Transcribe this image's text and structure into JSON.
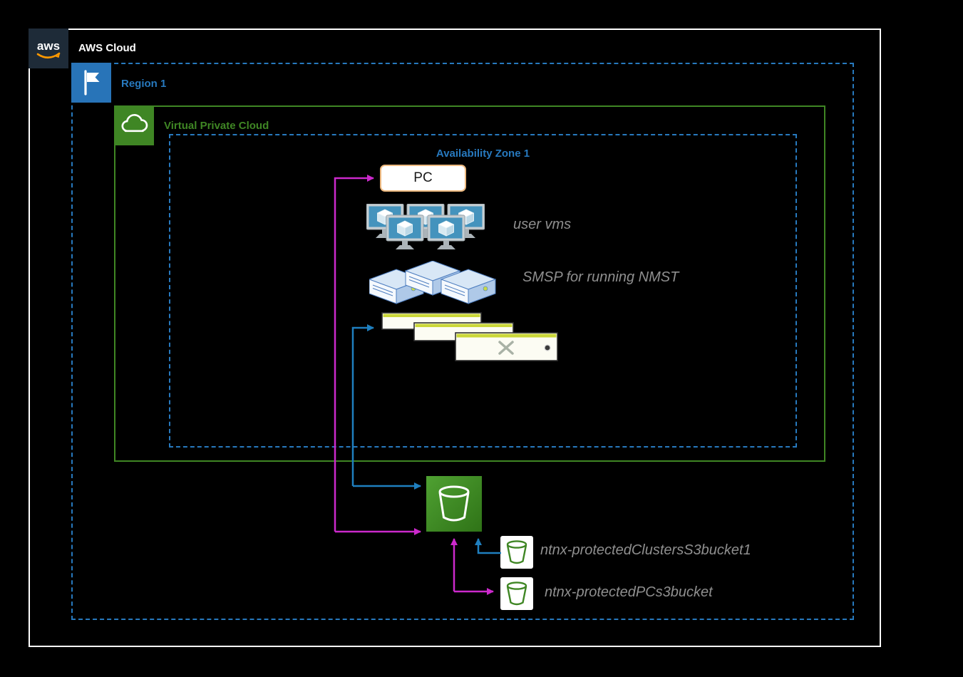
{
  "containers": {
    "aws_cloud": {
      "label": "AWS Cloud",
      "icon": "aws-logo-icon"
    },
    "region": {
      "label": "Region 1",
      "icon": "region-flag-icon"
    },
    "vpc": {
      "label": "Virtual Private Cloud",
      "icon": "vpc-cloud-icon"
    },
    "availability_zone": {
      "label": "Availability Zone 1"
    }
  },
  "nodes": {
    "pc": {
      "label": "PC"
    },
    "user_vms": {
      "label": "user vms",
      "icon": "vm-monitors-icon"
    },
    "smsp": {
      "label": "SMSP for running NMST",
      "icon": "server-stack-icon"
    },
    "app_windows": {
      "icon": "app-windows-icon"
    },
    "s3_bucket": {
      "icon": "s3-bucket-icon"
    },
    "bucket_clusters": {
      "label": "ntnx-protectedClustersS3bucket1",
      "icon": "s3-bucket-outline-icon"
    },
    "bucket_pcs": {
      "label": "ntnx-protectedPCs3bucket",
      "icon": "s3-bucket-outline-icon"
    }
  },
  "connections": [
    {
      "from": "pc",
      "to": "s3_bucket",
      "color": "#CC29CC",
      "bidirectional": true
    },
    {
      "from": "app_windows",
      "to": "s3_bucket",
      "color": "#1F7FBF",
      "bidirectional": true
    },
    {
      "from": "bucket_clusters",
      "to": "s3_bucket",
      "color": "#1F7FBF",
      "bidirectional": false
    },
    {
      "from": "s3_bucket",
      "to": "bucket_pcs",
      "color": "#CC29CC",
      "bidirectional": true
    }
  ],
  "colors": {
    "background": "#000000",
    "aws_cloud_border": "#FFFFFF",
    "region_blue": "#2779BE",
    "vpc_green": "#3F8624",
    "arrow_magenta": "#CC29CC",
    "arrow_blue": "#1F7FBF",
    "label_gray": "#8F8F8F",
    "pc_border": "#EDB980"
  }
}
